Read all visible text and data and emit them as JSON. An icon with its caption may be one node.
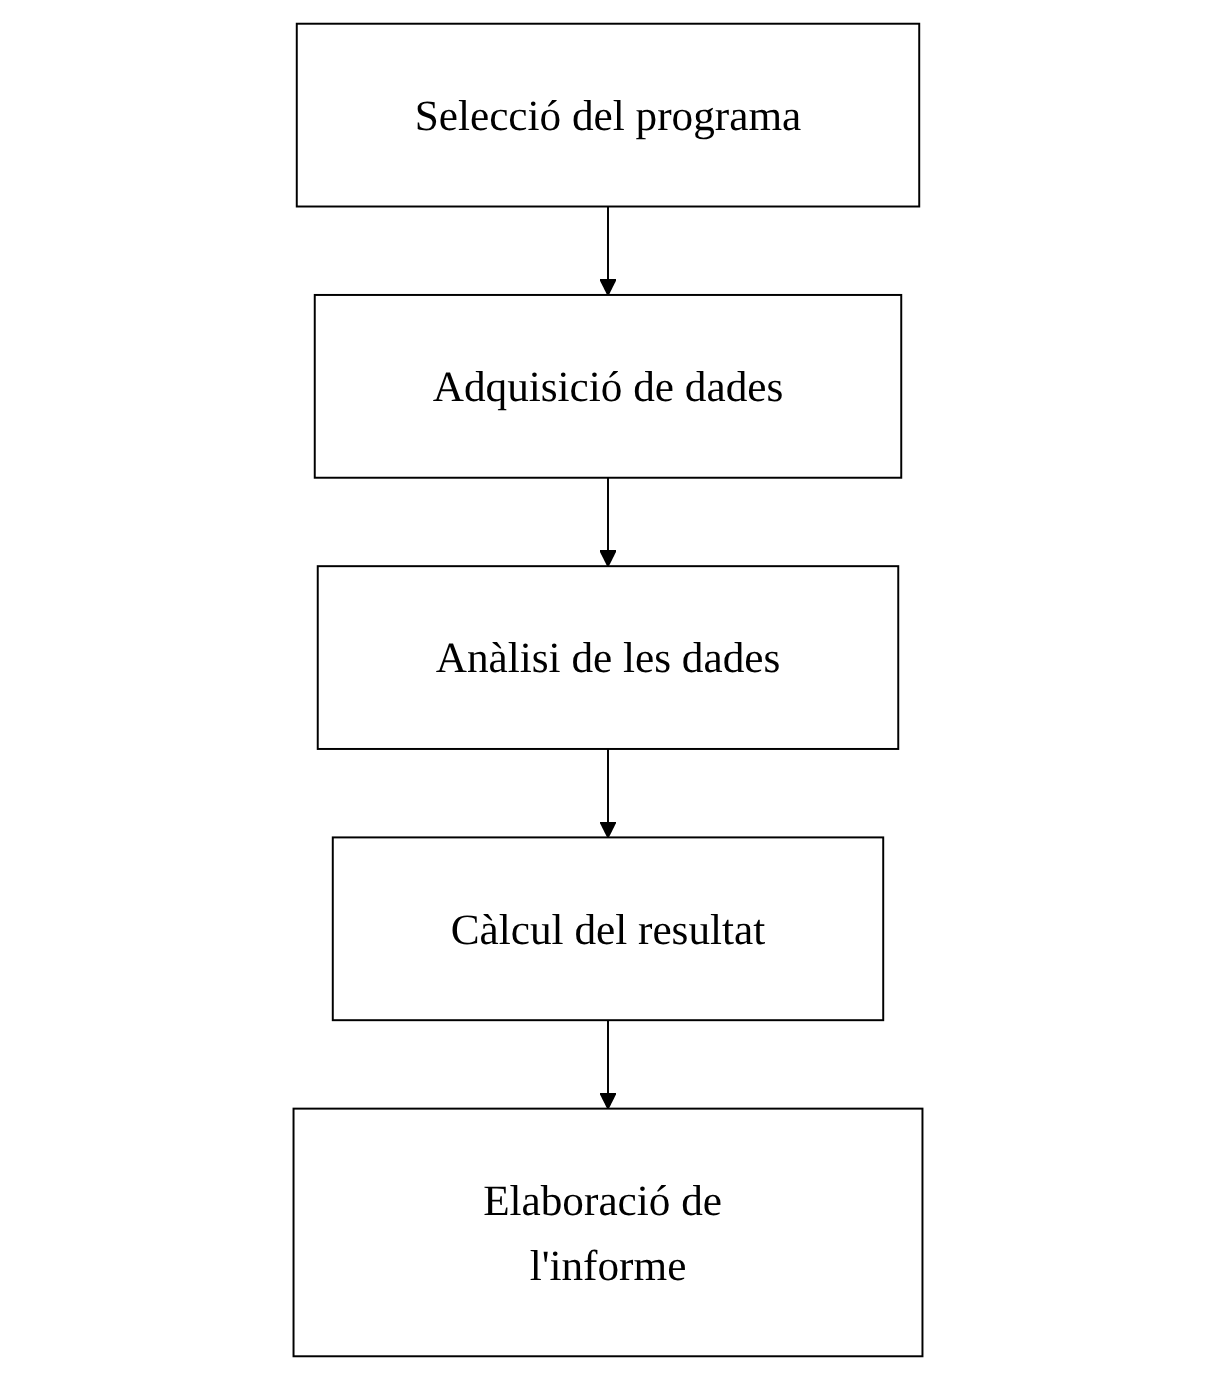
{
  "diagram": {
    "nodes": [
      {
        "text": [
          "Selecció del programa"
        ]
      },
      {
        "text": [
          "Adquisició de dades"
        ]
      },
      {
        "text": [
          "Anàlisi de les dades"
        ]
      },
      {
        "text": [
          "Càlcul del resultat"
        ]
      },
      {
        "text": [
          "Elaboració de l'informe"
        ]
      }
    ],
    "edges": [
      {
        "from": 0,
        "to": 1,
        "arrow": "to"
      },
      {
        "from": 1,
        "to": 2,
        "arrow": "to"
      },
      {
        "from": 2,
        "to": 3,
        "arrow": "to"
      },
      {
        "from": 3,
        "to": 4,
        "arrow": "to"
      }
    ]
  }
}
